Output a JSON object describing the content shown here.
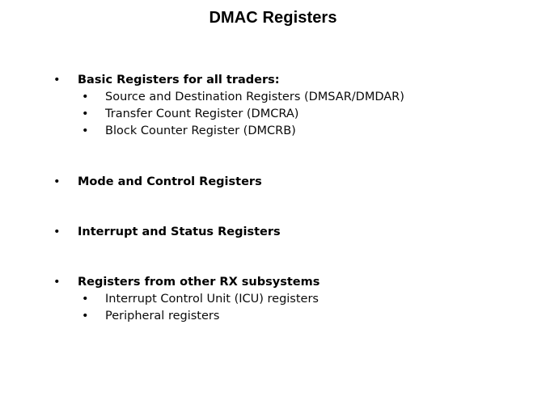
{
  "slide": {
    "title": "DMAC Registers",
    "background_color": "#ffffff",
    "text_color": "#000000",
    "bullet_glyph": "•",
    "sections": [
      {
        "heading": "Basic Registers for all traders:",
        "items": [
          "Source and Destination Registers (DMSAR/DMDAR)",
          "Transfer Count Register (DMCRA)",
          "Block Counter Register (DMCRB)"
        ]
      },
      {
        "heading": "Mode and Control Registers",
        "items": []
      },
      {
        "heading": "Interrupt and Status Registers",
        "items": []
      },
      {
        "heading": "Registers from other RX subsystems",
        "items": [
          "Interrupt Control Unit (ICU) registers",
          "Peripheral registers"
        ]
      }
    ]
  }
}
